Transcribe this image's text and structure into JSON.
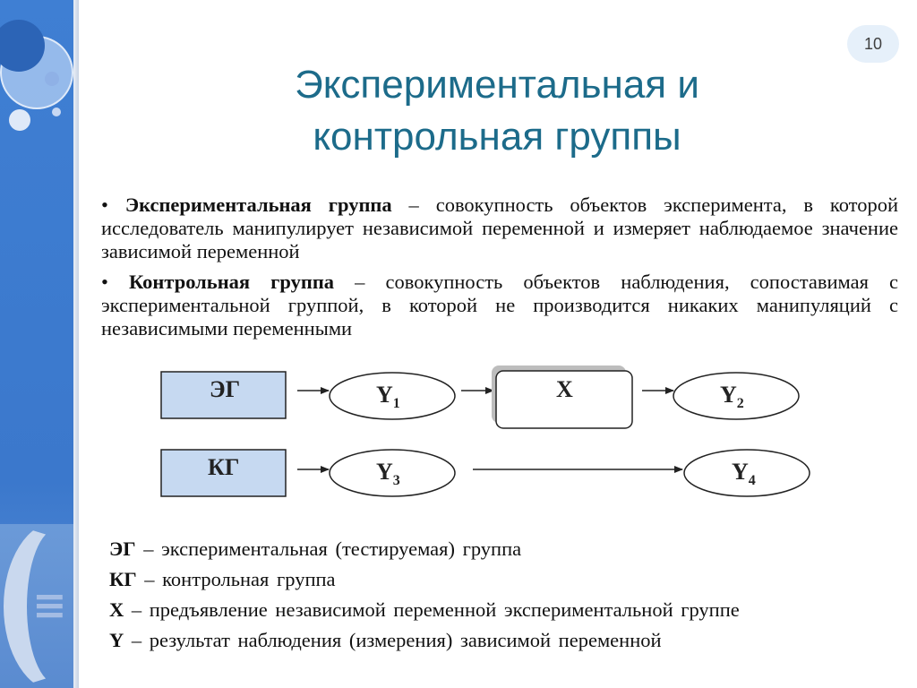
{
  "slide": {
    "page_number": "10",
    "title_line1": "Экспериментальная и",
    "title_line2": "контрольная группы"
  },
  "definitions": [
    {
      "bullet": "•",
      "term": "Экспериментальная группа",
      "text": " – совокупность объектов эксперимента, в которой исследователь манипулирует независимой переменной и измеряет наблюдаемое значение зависимой переменной"
    },
    {
      "bullet": "•",
      "term": "Контрольная группа",
      "text": " – совокупность объектов наблюдения, сопоставимая с экспериментальной группой, в которой не производится никаких манипуляций с независимыми переменными"
    }
  ],
  "diagram": {
    "eg_label": "ЭГ",
    "kg_label": "КГ",
    "y1": {
      "letter": "Y",
      "index": "1"
    },
    "y2": {
      "letter": "Y",
      "index": "2"
    },
    "y3": {
      "letter": "Y",
      "index": "3"
    },
    "y4": {
      "letter": "Y",
      "index": "4"
    },
    "x_label": "X",
    "colors": {
      "box_fill": "#c6d9f1",
      "border": "#222222"
    }
  },
  "legend": [
    {
      "term": "ЭГ",
      "text": " – экспериментальная (тестируемая) группа"
    },
    {
      "term": "КГ",
      "text": " – контрольная группа"
    },
    {
      "term": "X",
      "text": " – предъявление независимой переменной экспериментальной группе"
    },
    {
      "term": "Y",
      "text": " – результат наблюдения (измерения) зависимой переменной"
    }
  ]
}
